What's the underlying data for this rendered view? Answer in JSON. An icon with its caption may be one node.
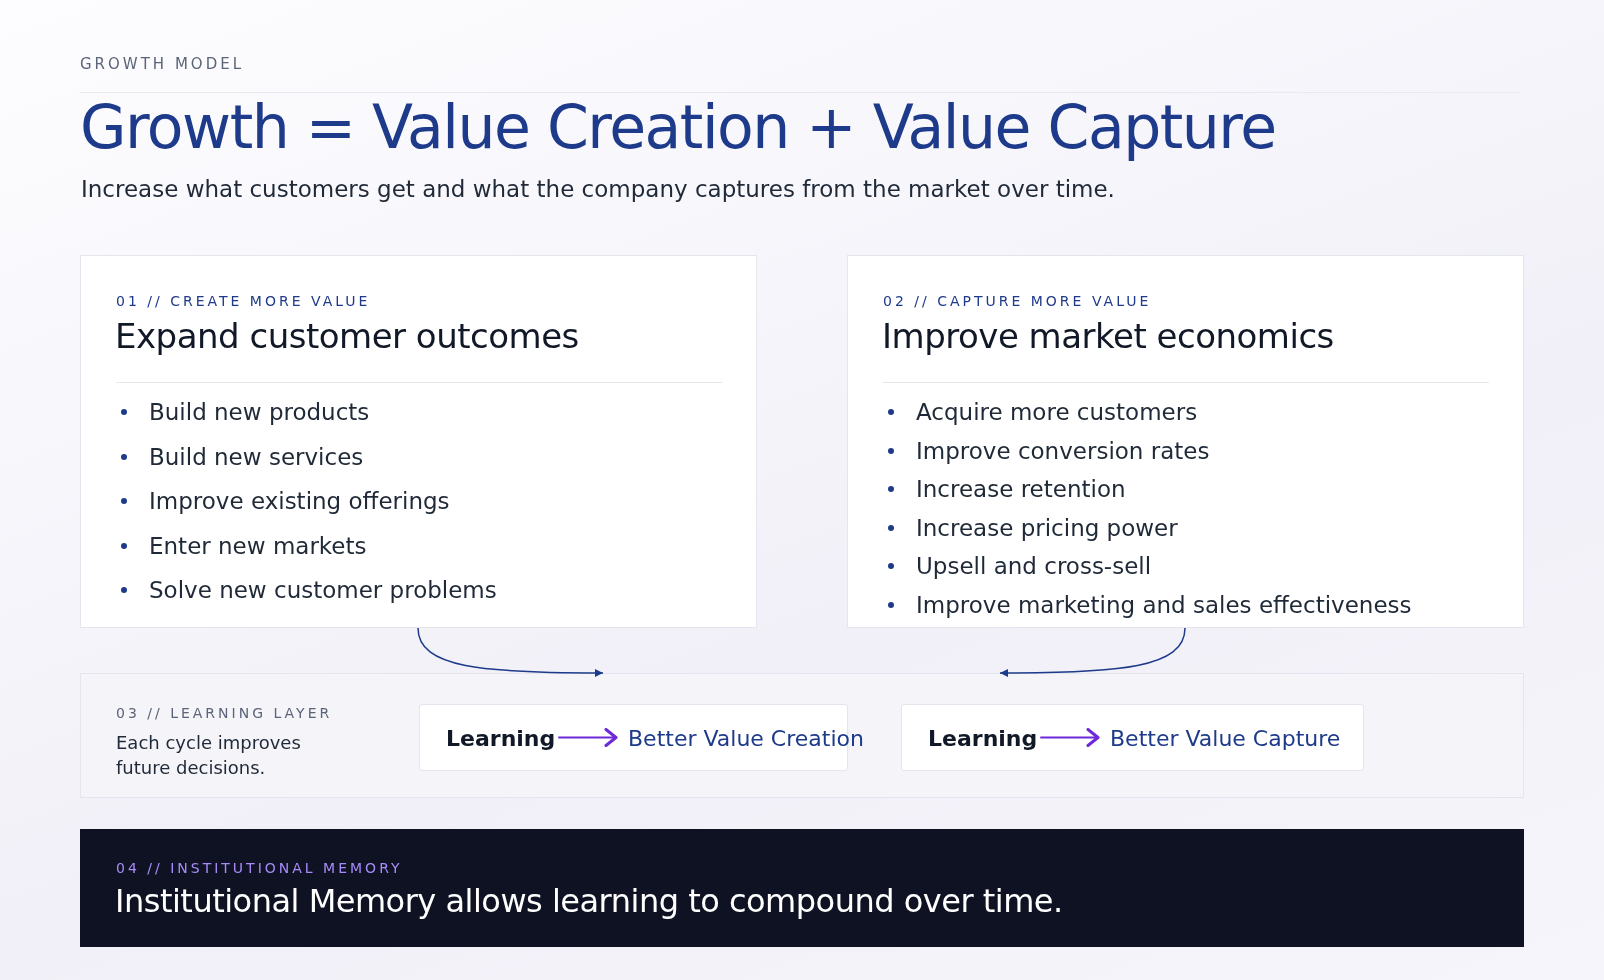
{
  "diagram": {
    "title": "Growth = Value Creation + Value Capture",
    "caption": "Increase what customers get and what the company captures from the market over time.",
    "nodes": [
      {
        "text": [
          "01 // CREATE MORE VALUE",
          "Expand customer outcomes",
          "Build new products",
          "Build new services",
          "Improve existing offerings",
          "Enter new markets",
          "Solve new customer problems"
        ]
      },
      {
        "text": [
          "02 // CAPTURE MORE VALUE",
          "Improve market economics",
          "Acquire more customers",
          "Improve conversion rates",
          "Increase retention",
          "Increase pricing power",
          "Upsell and cross-sell",
          "Improve marketing and sales effectiveness"
        ]
      },
      {
        "text": [
          "03 // LEARNING LAYER",
          "Each cycle improves future decisions."
        ]
      },
      {
        "text": [],
        "shape": "box",
        "in": 2
      },
      {
        "text": [
          "Learning"
        ],
        "in": 3
      },
      {
        "text": [
          "Better Value Creation"
        ],
        "in": 3
      },
      {
        "text": [],
        "shape": "box",
        "in": 2
      },
      {
        "text": [
          "Learning"
        ],
        "in": 6
      },
      {
        "text": [
          "Better Value Capture"
        ],
        "in": 6
      },
      {
        "text": [
          "04 // INSTITUTIONAL MEMORY",
          "Institutional Memory allows learning to compound over time."
        ]
      }
    ],
    "edges": [
      {
        "from": 0,
        "to": 2,
        "arrow": "to",
        "color": "#1e3a8a"
      },
      {
        "from": 1,
        "to": 2,
        "arrow": "to",
        "color": "#1e3a8a"
      },
      {
        "from": 4,
        "to": 5,
        "arrow": "to",
        "color": "#6d28d9"
      },
      {
        "from": 7,
        "to": 8,
        "arrow": "to",
        "color": "#6d28d9"
      }
    ],
    "labels": [
      "GROWTH MODEL"
    ]
  }
}
